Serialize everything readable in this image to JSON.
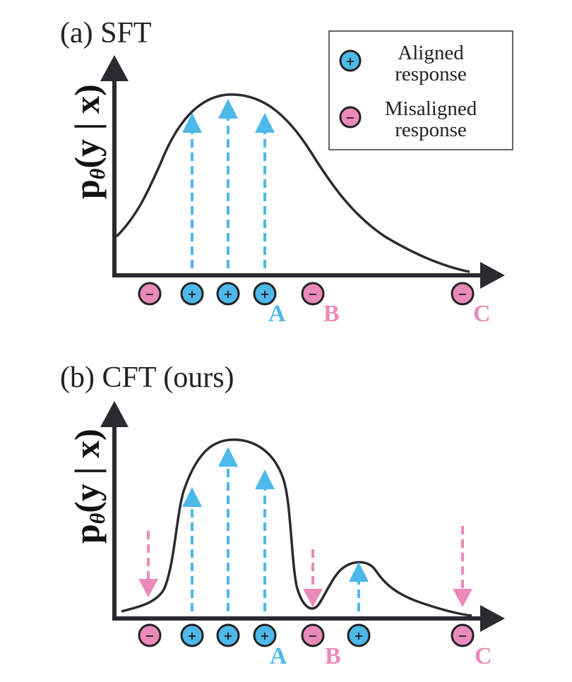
{
  "colors": {
    "aligned": "#4db8ea",
    "misaligned": "#ea8ab9",
    "axis": "#2a2a30",
    "curve": "#2a2a30"
  },
  "icons": {
    "aligned": "plus-circle-icon",
    "misaligned": "minus-circle-icon"
  },
  "panels": [
    {
      "id": "sft",
      "title": "(a) SFT",
      "y_label_main": "p",
      "y_label_sub": "θ",
      "y_label_rest": "(y | x)",
      "markers": [
        "-",
        "+",
        "+",
        "+",
        "-",
        "-"
      ],
      "letters": [
        "A",
        "B",
        "C"
      ]
    },
    {
      "id": "cft",
      "title": "(b) CFT (ours)",
      "y_label_main": "p",
      "y_label_sub": "θ",
      "y_label_rest": "(y | x)",
      "markers": [
        "-",
        "+",
        "+",
        "+",
        "-",
        "+",
        "-"
      ],
      "letters": [
        "A",
        "B",
        "C"
      ]
    }
  ],
  "legend": {
    "aligned_line1": "Aligned",
    "aligned_line2": "response",
    "misaligned_line1": "Misaligned",
    "misaligned_line2": "response",
    "aligned_symbol": "+",
    "misaligned_symbol": "−"
  }
}
